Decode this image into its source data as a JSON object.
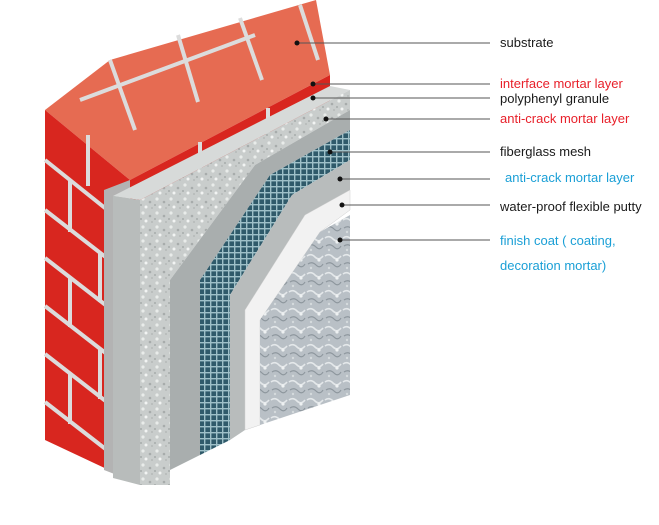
{
  "colors": {
    "black_label": "#1a1a1a",
    "red_label": "#e8202a",
    "blue_label": "#1a9fd6",
    "brick": "#d8261f",
    "brick_top": "#e56a55",
    "mortar": "#d9d9d9"
  },
  "layers": [
    {
      "id": "substrate",
      "text": "substrate",
      "color": "black"
    },
    {
      "id": "interface",
      "text": "interface mortar layer",
      "color": "red"
    },
    {
      "id": "polyphenyl",
      "text": "polyphenyl granule",
      "color": "black"
    },
    {
      "id": "anticrack1",
      "text": "anti-crack mortar layer",
      "color": "red"
    },
    {
      "id": "fiberglass",
      "text": "fiberglass mesh",
      "color": "black"
    },
    {
      "id": "anticrack2",
      "text": "anti-crack mortar layer",
      "color": "blue"
    },
    {
      "id": "putty",
      "text": "water-proof flexible putty",
      "color": "black"
    },
    {
      "id": "finish1",
      "text": "finish coat ( coating,",
      "color": "blue"
    },
    {
      "id": "finish2",
      "text": "decoration mortar)",
      "color": "blue"
    }
  ]
}
